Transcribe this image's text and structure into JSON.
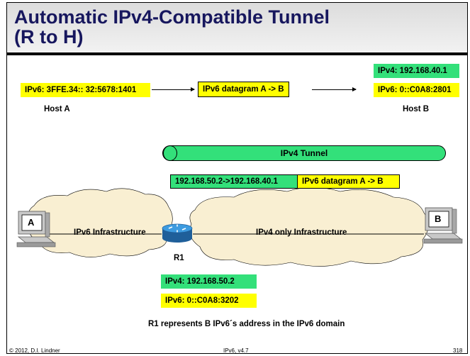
{
  "slide": {
    "title_line1": "Automatic IPv4-Compatible Tunnel",
    "title_line2": "(R to H)"
  },
  "host_a": {
    "ipv6": "IPv6: 3FFE.34:: 32:5678:1401",
    "label": "Host A",
    "pc_letter": "A"
  },
  "datagram": {
    "label": "IPv6 datagram A -> B"
  },
  "host_b": {
    "ipv4": "IPv4: 192.168.40.1",
    "ipv6": "IPv6: 0::C0A8:2801",
    "label": "Host B",
    "pc_letter": "B"
  },
  "tunnel": {
    "label": "IPv4 Tunnel",
    "header": "192.168.50.2->192.168.40.1",
    "payload": "IPv6 datagram A -> B"
  },
  "network": {
    "ipv6_cloud": "IPv6 Infrastructure",
    "ipv4_cloud": "IPv4 only  Infrastructure",
    "router": "R1"
  },
  "r1": {
    "ipv4": "IPv4: 192.168.50.2",
    "ipv6": "IPv6: 0::C0A8:3202",
    "note": "R1 represents B IPv6´s address in the IPv6 domain"
  },
  "footer": {
    "copyright": "© 2012, D.I. Lindner",
    "version": "IPv6, v4.7",
    "page": "318"
  },
  "colors": {
    "title": "#17175e",
    "yellow": "#ffff00",
    "green": "#33e07a",
    "cloud": "#f9efd2",
    "router": "#2f86c6"
  },
  "icons": [
    "desktop-computer-icon",
    "router-icon",
    "cloud-icon"
  ]
}
